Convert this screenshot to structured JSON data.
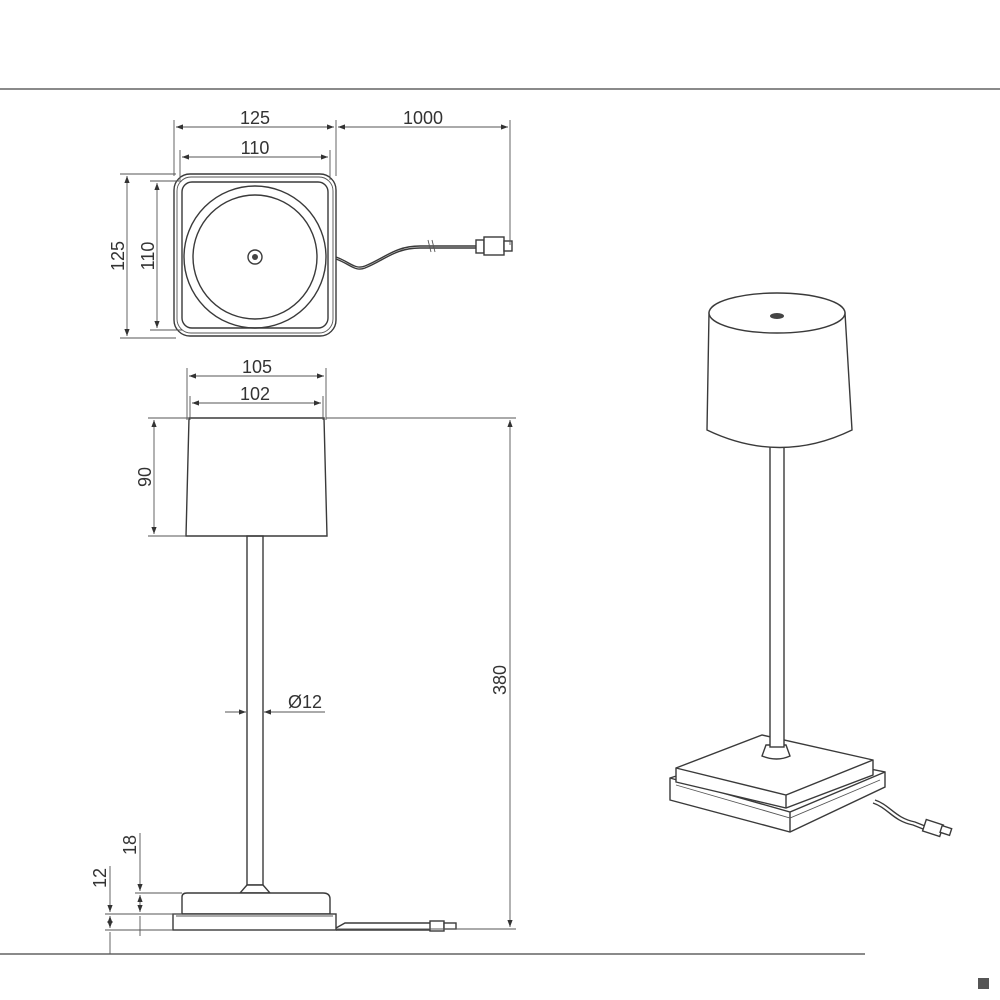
{
  "dimensions": {
    "top_width_outer": "125",
    "cable_length": "1000",
    "top_width_inner": "110",
    "top_depth_outer": "125",
    "top_depth_inner": "110",
    "shade_width_outer": "105",
    "shade_width_inner": "102",
    "shade_height": "90",
    "total_height": "380",
    "pole_diameter": "Ø12",
    "base_upper_height": "18",
    "base_lower_height": "12"
  }
}
